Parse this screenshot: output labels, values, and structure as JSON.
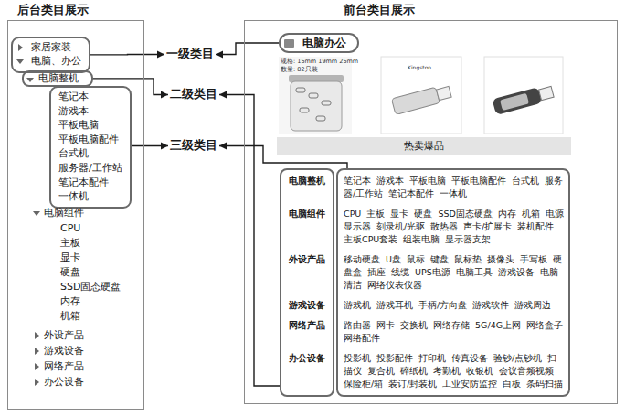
{
  "diagram": {
    "nodes": [
      {
        "text": [
          "后台类目展示"
        ]
      },
      {
        "text": [
          "家居家装",
          "电脑、办公"
        ],
        "in": 0
      },
      {
        "text": [
          "电脑整机"
        ],
        "in": 0
      },
      {
        "text": [
          "笔记本",
          "游戏本",
          "平板电脑",
          "平板电脑配件",
          "台式机",
          "服务器/工作站",
          "笔记本配件",
          "一体机"
        ],
        "in": 0
      },
      {
        "text": [
          "一级类目"
        ]
      },
      {
        "text": [
          "二级类目"
        ]
      },
      {
        "text": [
          "三级类目"
        ]
      },
      {
        "text": [
          "前台类目展示"
        ]
      },
      {
        "text": [
          "电脑办公"
        ],
        "in": 7
      },
      {
        "text": [
          "热卖爆品"
        ],
        "in": 7
      },
      {
        "text": [
          "电脑整机",
          "电脑组件",
          "外设产品",
          "游戏设备",
          "网络产品",
          "办公设备"
        ],
        "in": 7
      },
      {
        "text": [
          "笔记本 游戏本 平板电脑 平板电脑配件 台式机 服务器/工作站 笔记本配件 一体机",
          "CPU 主板 显卡 硬盘 SSD固态硬盘 内存 机箱 电源 显示器 刻录机/光驱 散热器 声卡/扩展卡 装机配件 主板CPU套装 组装电脑 显示器支架",
          "移动硬盘 U盘 鼠标 键盘 鼠标垫 摄像头 手写板 硬盘盒 插座 线缆 UPS电源 电脑工具 游戏设备 电脑清洁 网络仪表仪器",
          "游戏机 游戏耳机 手柄/方向盘 游戏软件 游戏周边",
          "路由器 网卡 交换机 网络存储 5G/4G上网 网络盒子 网络配件",
          "投影机 投影配件 打印机 传真设备 验钞/点钞机 扫描仪 复合机 碎纸机 考勤机 收银机 会议音频视频 保险柜/箱 装订/封装机 工业安防监控 白板 条码扫描"
        ],
        "in": 7
      }
    ],
    "edges": [
      {
        "from": 1,
        "to": 4,
        "arrow": "to"
      },
      {
        "from": 8,
        "to": 4,
        "arrow": "to"
      },
      {
        "from": 2,
        "to": 5,
        "arrow": "to"
      },
      {
        "from": 10,
        "to": 5,
        "arrow": "to"
      },
      {
        "from": 3,
        "to": 6,
        "arrow": "to"
      },
      {
        "from": 11,
        "to": 6,
        "arrow": "to"
      }
    ],
    "labels": [
      "电脑组件",
      "CPU",
      "主板",
      "显卡",
      "硬盘",
      "SSD固态硬盘",
      "内存",
      "机箱",
      "外设产品",
      "游戏设备",
      "网络产品",
      "办公设备",
      "规格: 15mm 19mm 25mm",
      "数量: 82只装",
      "Kingston"
    ]
  }
}
